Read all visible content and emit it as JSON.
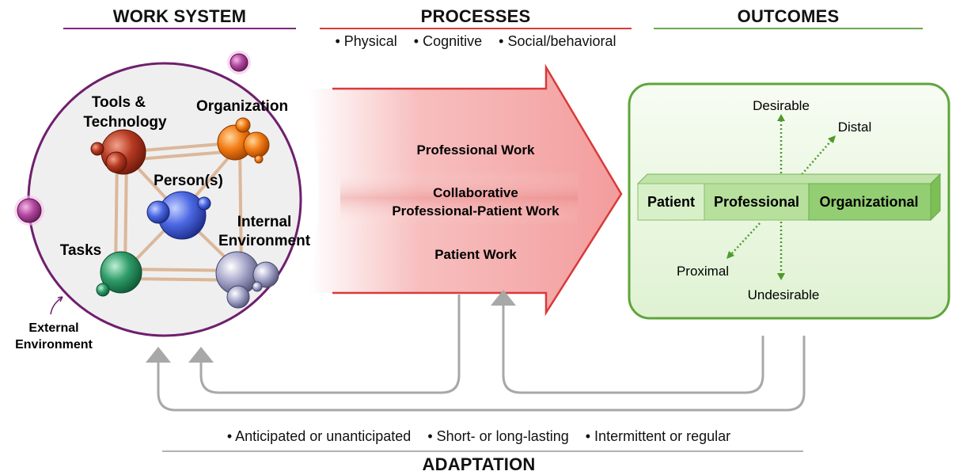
{
  "headers": {
    "work_system": "WORK SYSTEM",
    "processes": "PROCESSES",
    "outcomes": "OUTCOMES",
    "adaptation": "ADAPTATION"
  },
  "process_types": [
    "• Physical",
    "• Cognitive",
    "• Social/behavioral"
  ],
  "work_system": {
    "tools": [
      "Tools &",
      "Technology"
    ],
    "organization": "Organization",
    "persons": "Person(s)",
    "internal_env": [
      "Internal",
      "Environment"
    ],
    "tasks": "Tasks",
    "external_env": [
      "External",
      "Environment"
    ]
  },
  "process_bands": {
    "professional": "Professional Work",
    "collaborative": [
      "Collaborative",
      "Professional-Patient Work"
    ],
    "patient": "Patient Work"
  },
  "outcomes": {
    "levels": [
      "Patient",
      "Professional",
      "Organizational"
    ],
    "desirable": "Desirable",
    "undesirable": "Undesirable",
    "distal": "Distal",
    "proximal": "Proximal"
  },
  "adaptation_types": [
    "• Anticipated or unanticipated",
    "• Short- or long-lasting",
    "• Intermittent or regular"
  ],
  "colors": {
    "work_system": "#7b2a7d",
    "processes": "#d83a3a",
    "outcomes": "#6aa84f",
    "outcome_box_border": "#5fa53a",
    "outcome_box_fill": "#eaf7e1",
    "arrow_fill": "#f4a6a6",
    "feedback_arrow": "#a8a8a8",
    "adaptation_rule": "#999999"
  }
}
